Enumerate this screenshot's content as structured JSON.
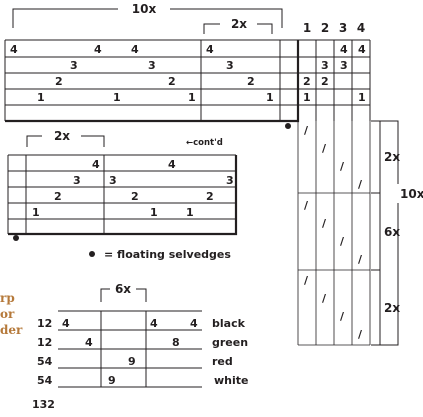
{
  "top_grid": {
    "bracket_outer": "10x",
    "bracket_inner": "2x",
    "column_numbers": [
      "1",
      "2",
      "3",
      "4"
    ],
    "rows": [
      [
        "4",
        "4",
        "4",
        "4",
        "4",
        "4"
      ],
      [
        "3",
        "3",
        "3",
        "3",
        "3"
      ],
      [
        "2",
        "2",
        "2",
        "2",
        "2"
      ],
      [
        "1",
        "1",
        "1",
        "1",
        "1",
        "1"
      ]
    ]
  },
  "second_grid": {
    "bracket": "2x",
    "cont_label": "←cont'd",
    "rows": [
      [
        "4",
        "4"
      ],
      [
        "3",
        "3",
        "3"
      ],
      [
        "2",
        "2",
        "2"
      ],
      [
        "1",
        "1",
        "1"
      ]
    ]
  },
  "legend": {
    "text": "= floating selvedges"
  },
  "threading": {
    "slash": "/",
    "labels": [
      "2x",
      "10x",
      "6x",
      "2x"
    ]
  },
  "side_text": [
    "rp",
    "or",
    "der"
  ],
  "warp_table": {
    "bracket": "6x",
    "counts": [
      "12",
      "12",
      "54",
      "54",
      "132"
    ],
    "colors": [
      "black",
      "green",
      "red",
      "white"
    ],
    "row_values": [
      [
        "4",
        "4",
        "4"
      ],
      [
        "4",
        "8"
      ],
      [
        "9"
      ],
      [
        "9"
      ]
    ]
  }
}
